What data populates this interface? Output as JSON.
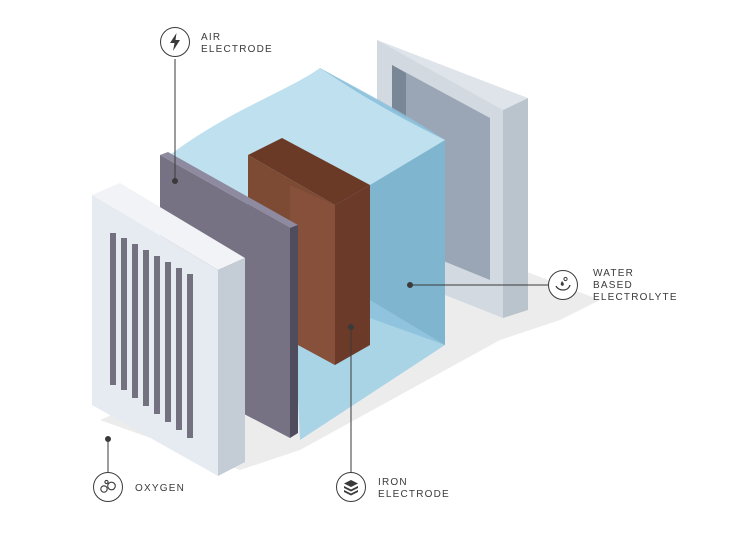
{
  "labels": {
    "air_electrode": {
      "line1": "AIR",
      "line2": "ELECTRODE",
      "icon": "lightning-bolt-icon"
    },
    "water_electrolyte": {
      "line1": "WATER",
      "line2": "BASED",
      "line3": "ELECTROLYTE",
      "icon": "water-drop-icon"
    },
    "oxygen": {
      "line1": "OXYGEN",
      "icon": "bubbles-icon"
    },
    "iron_electrode": {
      "line1": "IRON",
      "line2": "ELECTRODE",
      "icon": "stacked-plates-icon"
    }
  },
  "colors": {
    "grille_face": "#e6ebf1",
    "air_electrode": "#767283",
    "electrolyte": "#8cc4dd",
    "iron": "#7a4531",
    "back_frame": "#c9d2da",
    "shadow": "#ececed",
    "ink": "#3a3a3a"
  }
}
